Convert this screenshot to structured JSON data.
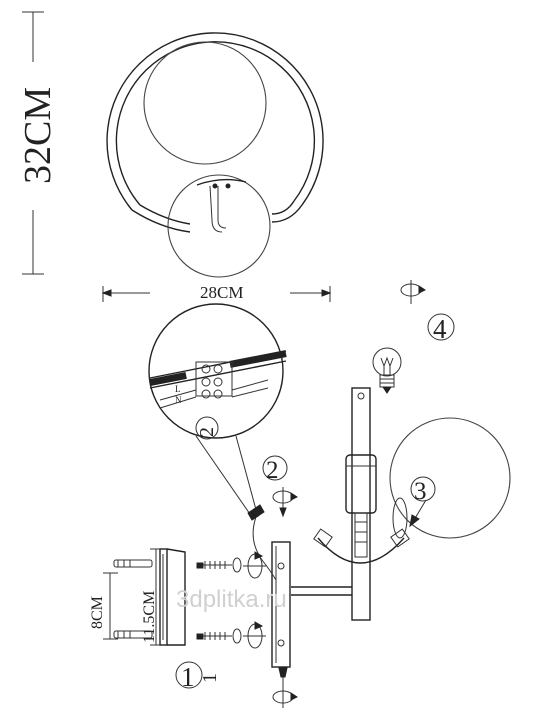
{
  "dimensions": {
    "height": "32CM",
    "width": "28CM",
    "bracket_height": "11.5CM",
    "screw_spacing": "8CM"
  },
  "steps": {
    "one": "1",
    "two": "2",
    "three": "3",
    "four": "4"
  },
  "detail": {
    "label_L": "L",
    "label_N": "N"
  },
  "watermark": "3dplitka.ru",
  "icons": [
    "lamp-front-view",
    "bulb-icon",
    "rotate-icon",
    "screw-icon",
    "mounting-bracket",
    "wire-terminal-block"
  ]
}
